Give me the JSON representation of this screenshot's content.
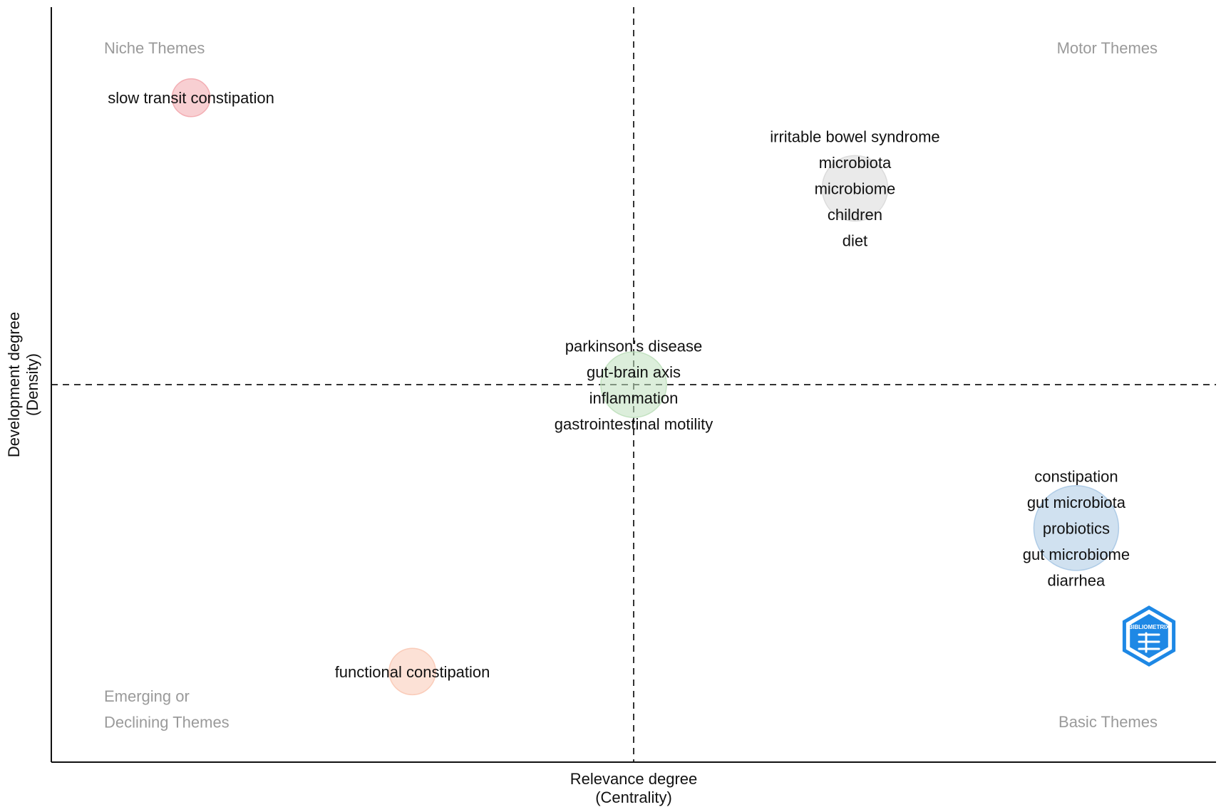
{
  "chart_data": {
    "type": "scatter",
    "title": "",
    "xlabel": [
      "Relevance degree",
      "(Centrality)"
    ],
    "ylabel": [
      "Development degree",
      "(Density)"
    ],
    "quadrant_labels": {
      "top_left": [
        "Niche Themes"
      ],
      "top_right": [
        "Motor Themes"
      ],
      "bottom_left": [
        "Emerging or",
        "Declining Themes"
      ],
      "bottom_right": [
        "Basic Themes"
      ]
    },
    "xlim": [
      0,
      1
    ],
    "ylim": [
      0,
      1
    ],
    "reference_lines": {
      "x": 0.5,
      "y": 0.5,
      "style": "dashed"
    },
    "grid": false,
    "clusters": [
      {
        "x": 0.12,
        "y": 0.88,
        "size": 1,
        "color": "#f2a7ad",
        "labels": [
          "slow transit constipation"
        ]
      },
      {
        "x": 0.69,
        "y": 0.76,
        "size": 3,
        "color": "#d9d9d9",
        "labels": [
          "irritable bowel syndrome",
          "microbiota",
          "microbiome",
          "children",
          "diet"
        ]
      },
      {
        "x": 0.5,
        "y": 0.5,
        "size": 3,
        "color": "#bfe0bd",
        "labels": [
          "parkinson's disease",
          "gut-brain axis",
          "inflammation",
          "gastrointestinal motility"
        ]
      },
      {
        "x": 0.88,
        "y": 0.31,
        "size": 5,
        "color": "#a9c8e4",
        "labels": [
          "constipation",
          "gut microbiota",
          "probiotics",
          "gut microbiome",
          "diarrhea"
        ]
      },
      {
        "x": 0.31,
        "y": 0.12,
        "size": 1.5,
        "color": "#f9c8b4",
        "labels": [
          "functional constipation"
        ]
      }
    ],
    "logo": {
      "text": "BIBLIOMETRIX",
      "color": "#1e88e5"
    }
  }
}
